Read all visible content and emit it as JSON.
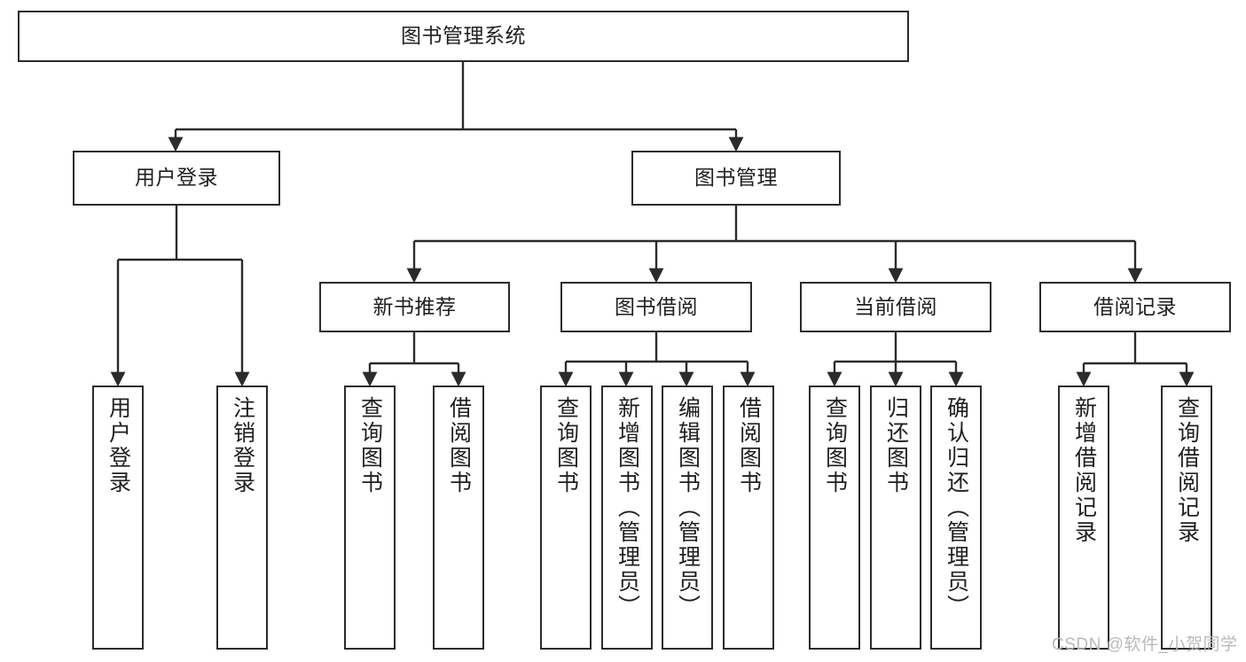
{
  "diagram": {
    "title": "图书管理系统",
    "watermark": "CSDN @软件_小贺同学",
    "colors": {
      "stroke": "#2b2b2b",
      "fill": "#ffffff",
      "text": "#1f1f1f",
      "watermark": "#b9b9b9"
    },
    "levels": {
      "root": {
        "label": "图书管理系统"
      },
      "level2": [
        {
          "id": "user-login",
          "label": "用户登录"
        },
        {
          "id": "book-manage",
          "label": "图书管理"
        }
      ],
      "level3": [
        {
          "id": "new-book-recommend",
          "label": "新书推荐"
        },
        {
          "id": "book-borrow",
          "label": "图书借阅"
        },
        {
          "id": "current-borrow",
          "label": "当前借阅"
        },
        {
          "id": "borrow-record",
          "label": "借阅记录"
        }
      ],
      "leaves": [
        {
          "id": "leaf-user-login",
          "label": "用户登录",
          "parent": "user-login"
        },
        {
          "id": "leaf-user-logout",
          "label": "注销登录",
          "parent": "user-login"
        },
        {
          "id": "leaf-query-book-1",
          "label": "查询图书",
          "parent": "new-book-recommend"
        },
        {
          "id": "leaf-borrow-book-1",
          "label": "借阅图书",
          "parent": "new-book-recommend"
        },
        {
          "id": "leaf-query-book-2",
          "label": "查询图书",
          "parent": "book-borrow"
        },
        {
          "id": "leaf-add-book",
          "label": "新增图书（管理员）",
          "parent": "book-borrow"
        },
        {
          "id": "leaf-edit-book",
          "label": "编辑图书（管理员）",
          "parent": "book-borrow"
        },
        {
          "id": "leaf-borrow-book-2",
          "label": "借阅图书",
          "parent": "book-borrow"
        },
        {
          "id": "leaf-query-book-3",
          "label": "查询图书",
          "parent": "current-borrow"
        },
        {
          "id": "leaf-return-book",
          "label": "归还图书",
          "parent": "current-borrow"
        },
        {
          "id": "leaf-confirm-return",
          "label": "确认归还（管理员）",
          "parent": "current-borrow"
        },
        {
          "id": "leaf-add-record",
          "label": "新增借阅记录",
          "parent": "borrow-record"
        },
        {
          "id": "leaf-query-record",
          "label": "查询借阅记录",
          "parent": "borrow-record"
        }
      ]
    }
  }
}
